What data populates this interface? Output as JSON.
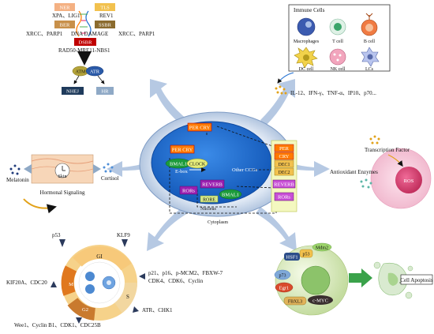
{
  "dna_repair": {
    "ner": "NER",
    "tls": "TLS",
    "xpa_lig1": "XPA、LIG1",
    "rev1": "REV1",
    "ber": "BER",
    "ssbr": "SSBR",
    "xrcc_parp1_left": "XRCC、PARP1",
    "dna_damage": "DNA DAMAGE",
    "xrcc_parp1_right": "XRCC、PARP1",
    "dsbr": "DSBR",
    "rad50": "RAD50-MRE11-NBS1",
    "atm": "ATM",
    "atr": "ATR",
    "nhej": "NHEJ",
    "hr": "HR"
  },
  "immune": {
    "title": "Immune Cells",
    "macrophages": "Macrophages",
    "t_cell": "T cell",
    "b_cell": "B cell",
    "dc_cell": "DC cell",
    "nk_cell": "NK cell",
    "lcs": "LCs",
    "cytokines": "IL-12、IFN-γ、TNF-α、IP10、p70..."
  },
  "clock": {
    "per_cry_top": "PER CRY",
    "per_cry_mid": "PER CRY",
    "bmal1": "BMAL1",
    "clock": "CLOCK",
    "ebox": "E-box",
    "other_ccgs": "Other CCGs",
    "per": "PER",
    "cry": "CRY",
    "dec1": "DEC1",
    "dec2": "DEC2",
    "reverb_a": "REVERB",
    "reverb_b": "REVERB",
    "ror_a": "RORs",
    "ror_b": "RORs",
    "rore": "RORE",
    "bmal1_b": "BMAL1",
    "nucleus": "Nucleus",
    "cytoplasm": "Cytoplasm"
  },
  "skin": {
    "melatonin": "Melatonin",
    "skin": "Skin",
    "hormonal": "Hormonal Signaling",
    "cortisol": "Cortisol"
  },
  "ros": {
    "tf": "Transcription Factor",
    "antioxidant": "Antioxidant Enzymes",
    "ros": "ROS"
  },
  "cell_cycle": {
    "p53": "p53",
    "klf9": "KLF9",
    "g1": "GI",
    "s": "S",
    "g2": "G2",
    "m": "M",
    "kif20a": "KIF20A、CDC20",
    "p21_line1": "p21、p16、p-MCM2、FBXW-7",
    "p21_line2": "CDK4、CDK6、Cyclin",
    "atr_chk1": "ATR、CHK1",
    "wee1": "Wee1、Cyclin B1、CDK1、CDC25B"
  },
  "apoptosis": {
    "hsf1": "HSF1",
    "p53": "p53",
    "mdm2": "Mdm2",
    "p73": "p73",
    "egr1": "Egr1",
    "fbxl3": "FBXL3",
    "cmyc": "c-MYC",
    "label": "Cell Apoptosis"
  },
  "colors": {
    "ner": "#f4b183",
    "tls": "#f2c14e",
    "ber": "#c8904a",
    "ssbr": "#8b6b2e",
    "dsbr": "#c00000",
    "nucleus": "#1f6fd1",
    "cytoplasm_ring": "#8fb0d8",
    "ros_outer": "#f3c1d6",
    "ros_inner": "#d2466f"
  }
}
